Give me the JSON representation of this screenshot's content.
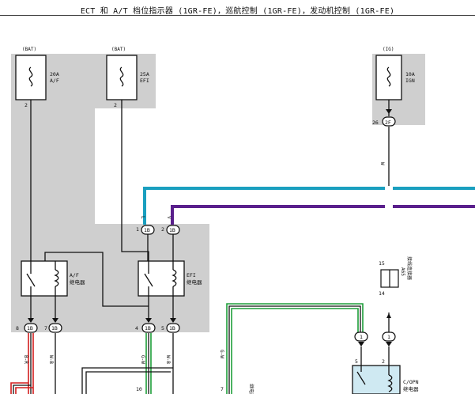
{
  "title": "ECT 和 A/T 档位指示器 (1GR-FE)，巡航控制 (1GR-FE)，发动机控制 (1GR-FE)",
  "colors": {
    "shade": "#cfcfcf",
    "wire_blue": "#1a9fbf",
    "wire_purple": "#5a1f8c",
    "wire_green": "#1e9e3a",
    "wire_red": "#d21e1e",
    "relay_fill": "#cfe9f2"
  },
  "fuses": [
    {
      "source": "(BAT)",
      "rating": "20A",
      "name": "A/F",
      "pin": "2"
    },
    {
      "source": "(BAT)",
      "rating": "25A",
      "name": "EFI",
      "pin": "2"
    },
    {
      "source": "(IG)",
      "rating": "10A",
      "name": "IGN",
      "pin": "26",
      "connector": "2F"
    }
  ],
  "relays": {
    "af": {
      "name": "A/F",
      "sub": "继电器"
    },
    "efi": {
      "name": "EFI",
      "sub": "继电器"
    },
    "copn": {
      "name": "C/OPN",
      "sub": "继电器"
    }
  },
  "connectors": {
    "efi_top": [
      {
        "pin": "1",
        "code": "1B",
        "wire": "L"
      },
      {
        "pin": "2",
        "code": "1B",
        "wire": "V"
      }
    ],
    "bottom": [
      {
        "pin": "8",
        "code": "1B",
        "wire": "B-R"
      },
      {
        "pin": "7",
        "code": "1B",
        "wire": "W-B"
      },
      {
        "pin": "4",
        "code": "1B",
        "wire": "G-W"
      },
      {
        "pin": "5",
        "code": "1B",
        "wire": "W-B"
      }
    ],
    "copn_top": [
      {
        "code": "1"
      },
      {
        "code": "1"
      }
    ],
    "copn_pins": [
      "5",
      "2"
    ]
  },
  "junction": {
    "pin_top": "15",
    "pin_bottom": "14",
    "name": "A65",
    "sub": "接线连接器"
  },
  "labels": {
    "ig_wire": "W",
    "green_wire": "G-W",
    "bottom_ten": "10",
    "bottom_seven": "7",
    "bottom_block": "继电器"
  }
}
